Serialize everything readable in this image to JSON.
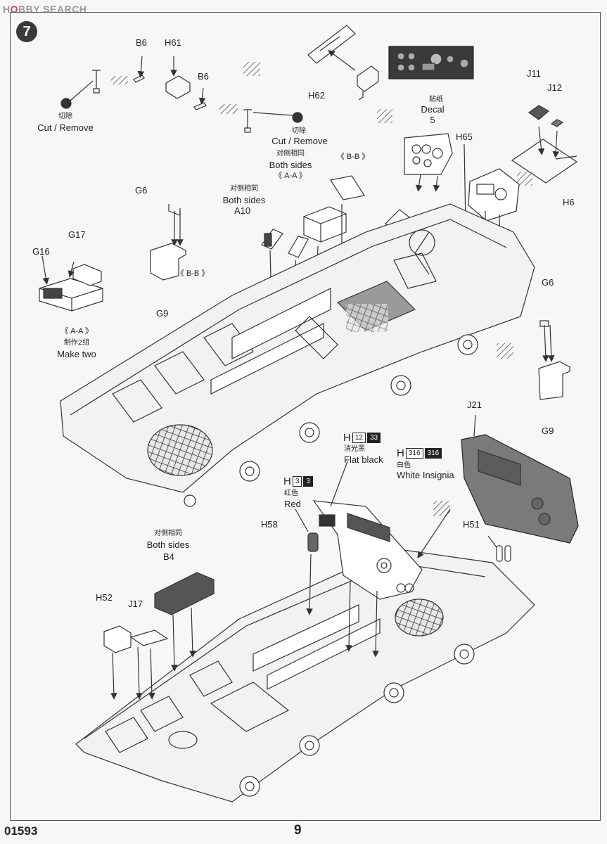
{
  "watermark": {
    "brand_prefix": "H",
    "brand_o": "O",
    "brand_rest": "BBY SEARCH"
  },
  "step_number": "7",
  "footer": {
    "product_code": "01593",
    "page_number": "9"
  },
  "labels": {
    "b6_a": "B6",
    "h61": "H61",
    "b6_b": "B6",
    "h62": "H62",
    "decal_zh": "贴纸",
    "decal_en": "Decal",
    "decal_no": "5",
    "j11": "J11",
    "j12": "J12",
    "h65": "H65",
    "h6": "H6",
    "cut1_zh": "切除",
    "cut1_en": "Cut / Remove",
    "cut2_zh": "切除",
    "cut2_en": "Cut / Remove",
    "bothsides1_zh": "对侧相同",
    "bothsides1_en": "Both sides",
    "aa1": "《 A-A 》",
    "bb1": "《 B-B 》",
    "bothsides2_zh": "对侧相同",
    "bothsides2_en": "Both sides",
    "a10": "A10",
    "g6_a": "G6",
    "g17": "G17",
    "g16": "G16",
    "bb2": "《 B-B 》",
    "g9_a": "G9",
    "aa2": "《 A-A 》",
    "maketwo_zh": "制作2组",
    "maketwo_en": "Make two",
    "g6_b": "G6",
    "g9_b": "G9",
    "j21": "J21",
    "h51": "H51",
    "h58": "H58",
    "red_zh": "红色",
    "red_en": "Red",
    "flat_zh": "消光黑",
    "flat_en": "Flat black",
    "white_zh": "白色",
    "white_en": "White Insignia",
    "bothsides3_zh": "对侧相同",
    "bothsides3_en": "Both sides",
    "b4": "B4",
    "h52": "H52",
    "j17": "J17"
  },
  "paint_chips": [
    {
      "id": "flat_black",
      "prefix": "H",
      "code_light": "12",
      "code_dark": "33"
    },
    {
      "id": "red",
      "prefix": "H",
      "code_light": "3",
      "code_dark": "3"
    },
    {
      "id": "white_insignia",
      "prefix": "H",
      "code_light": "316",
      "code_dark": "316"
    }
  ]
}
